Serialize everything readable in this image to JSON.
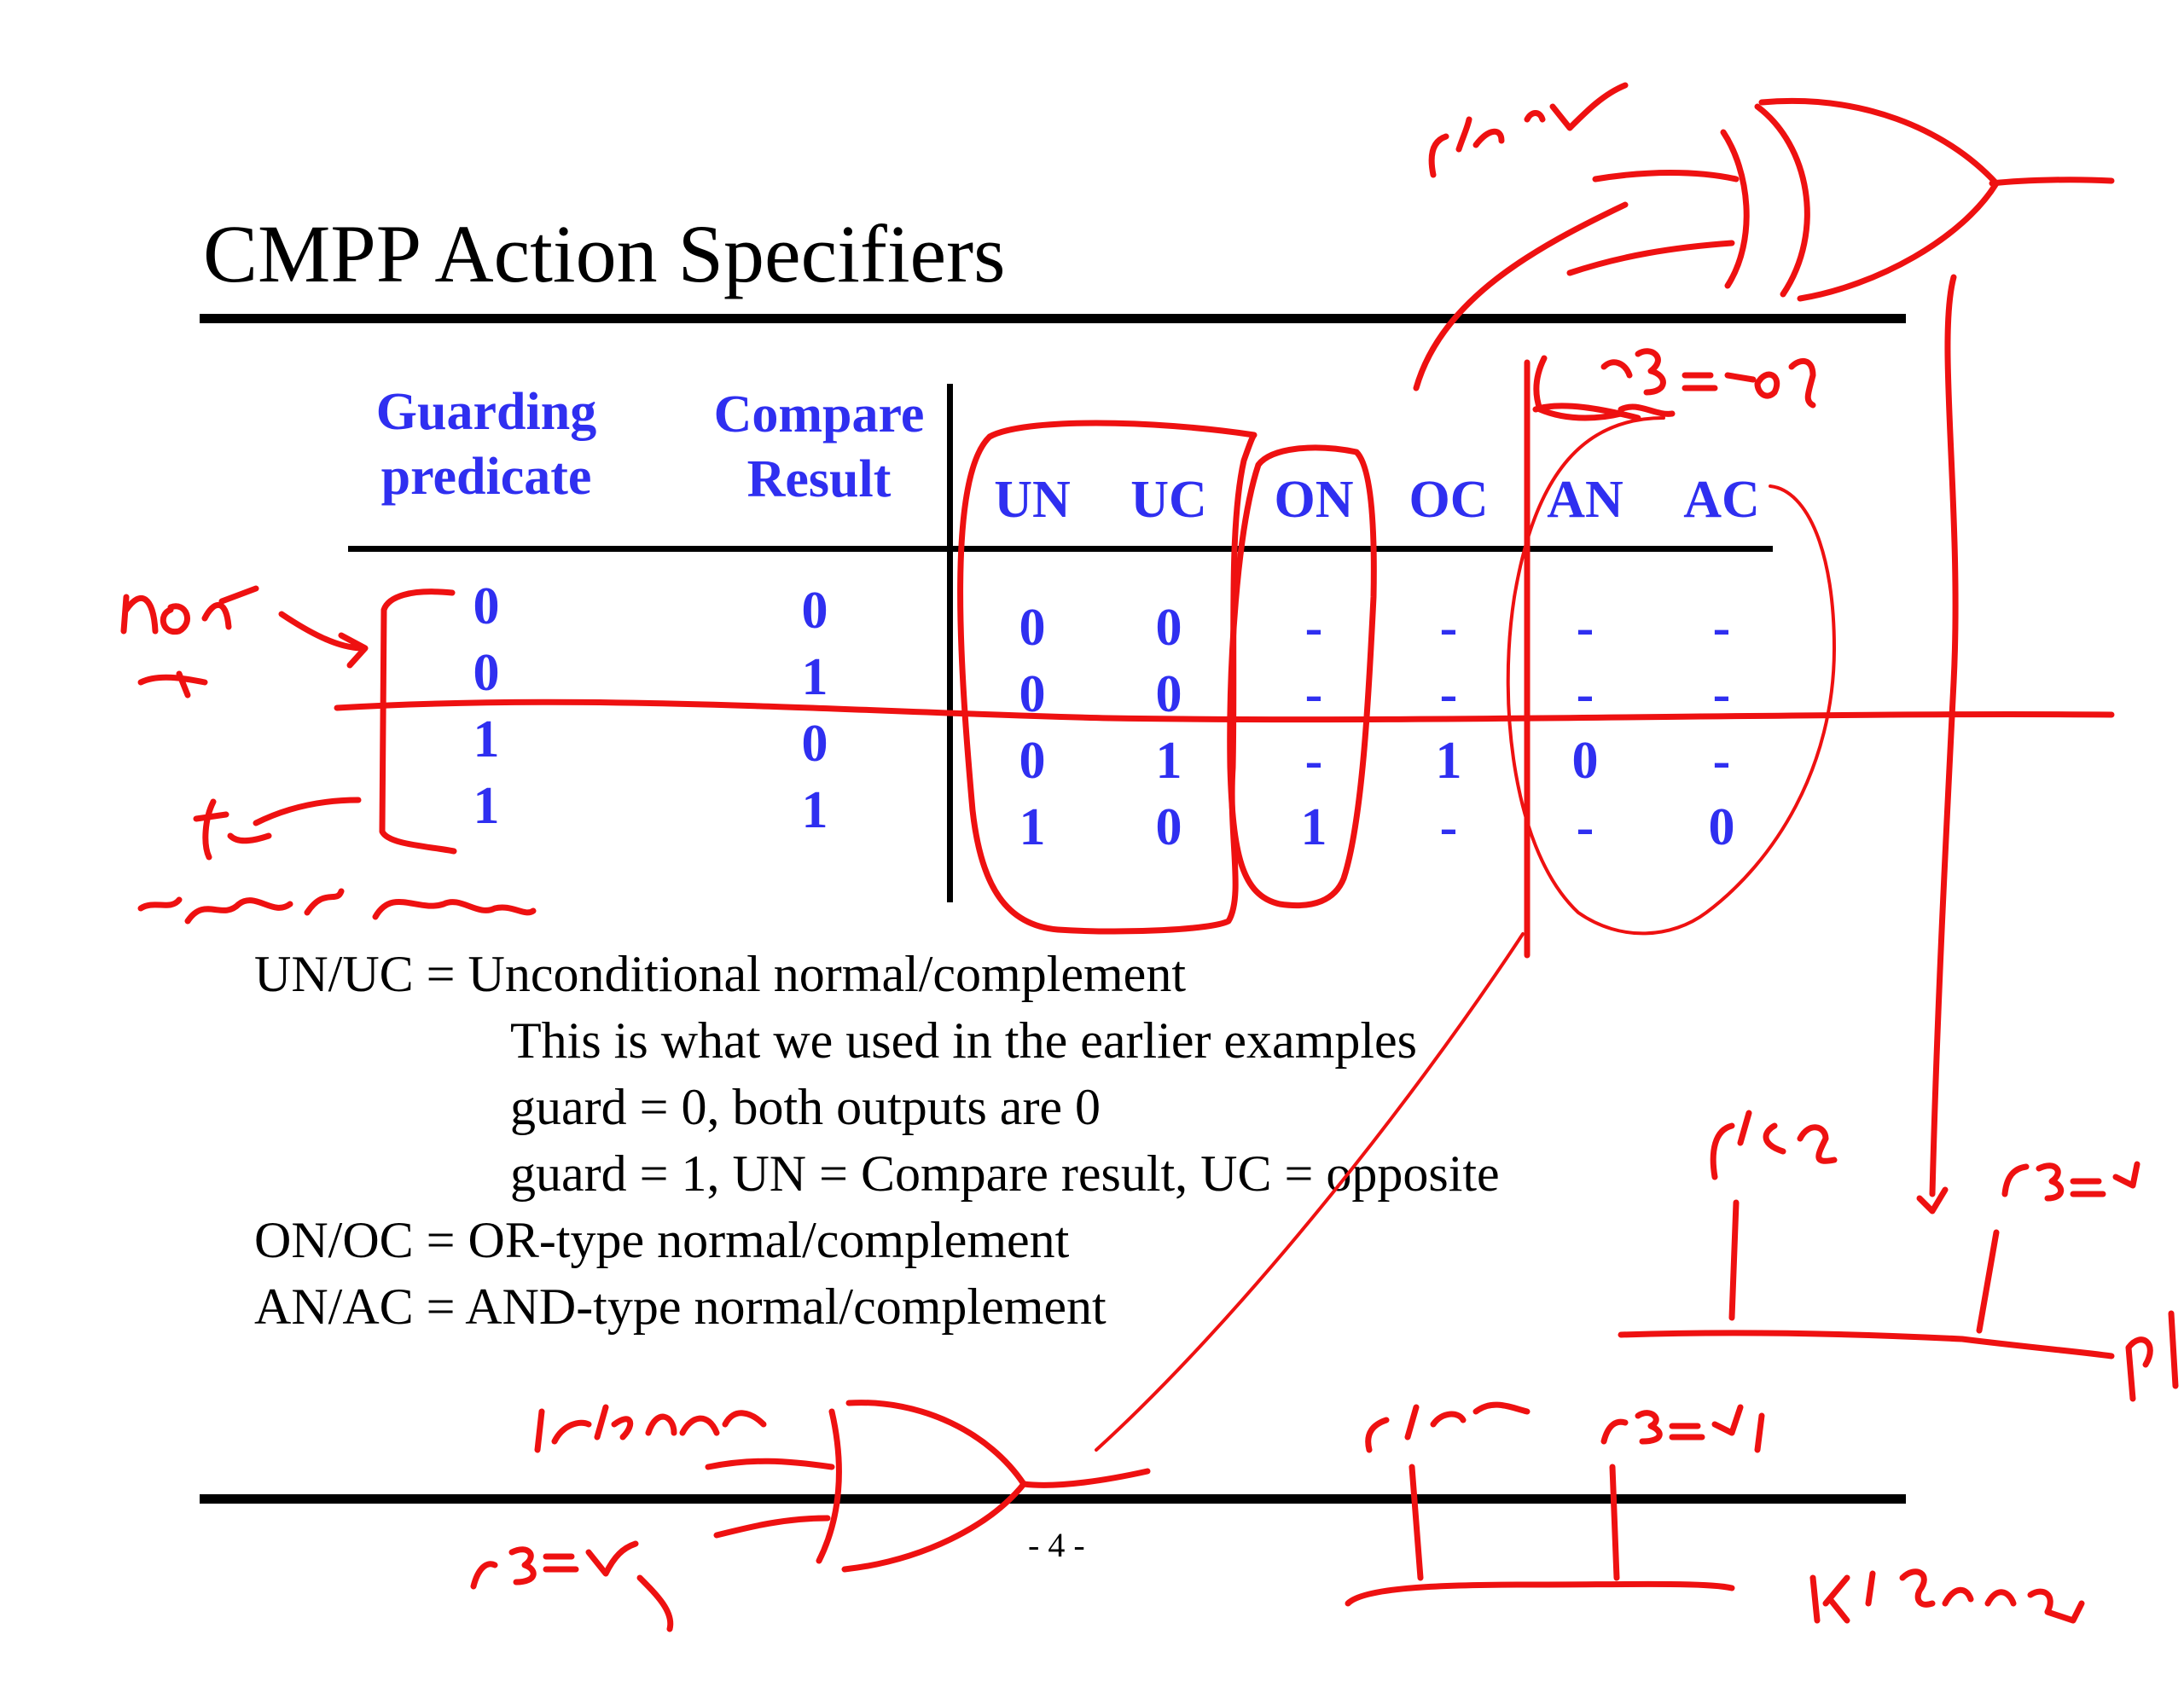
{
  "slide": {
    "title": "CMPP Action Specifiers",
    "page_number": "- 4 -"
  },
  "table": {
    "headers": {
      "guarding_line1": "Guarding",
      "guarding_line2": "predicate",
      "compare_line1": "Compare",
      "compare_line2": "Result",
      "un": "UN",
      "uc": "UC",
      "on": "ON",
      "oc": "OC",
      "an": "AN",
      "ac": "AC"
    },
    "rows": [
      {
        "guard": "0",
        "compare": "0",
        "un": "0",
        "uc": "0",
        "on": "-",
        "oc": "-",
        "an": "-",
        "ac": "-"
      },
      {
        "guard": "0",
        "compare": "1",
        "un": "0",
        "uc": "0",
        "on": "-",
        "oc": "-",
        "an": "-",
        "ac": "-"
      },
      {
        "guard": "1",
        "compare": "0",
        "un": "0",
        "uc": "1",
        "on": "-",
        "oc": "1",
        "an": "0",
        "ac": "-"
      },
      {
        "guard": "1",
        "compare": "1",
        "un": "1",
        "uc": "0",
        "on": "1",
        "oc": "-",
        "an": "-",
        "ac": "0"
      }
    ]
  },
  "notes": {
    "line1": "UN/UC = Unconditional normal/complement",
    "line2": "This is what we used in the earlier examples",
    "line3": "guard = 0, both outputs are 0",
    "line4": "guard = 1, UN = Compare result, UC = opposite",
    "line5": "ON/OC = OR-type normal/complement",
    "line6": "AN/AC = AND-type normal/complement"
  },
  "annotation_color": "#ee1111",
  "text_color": "#2f2ff0"
}
